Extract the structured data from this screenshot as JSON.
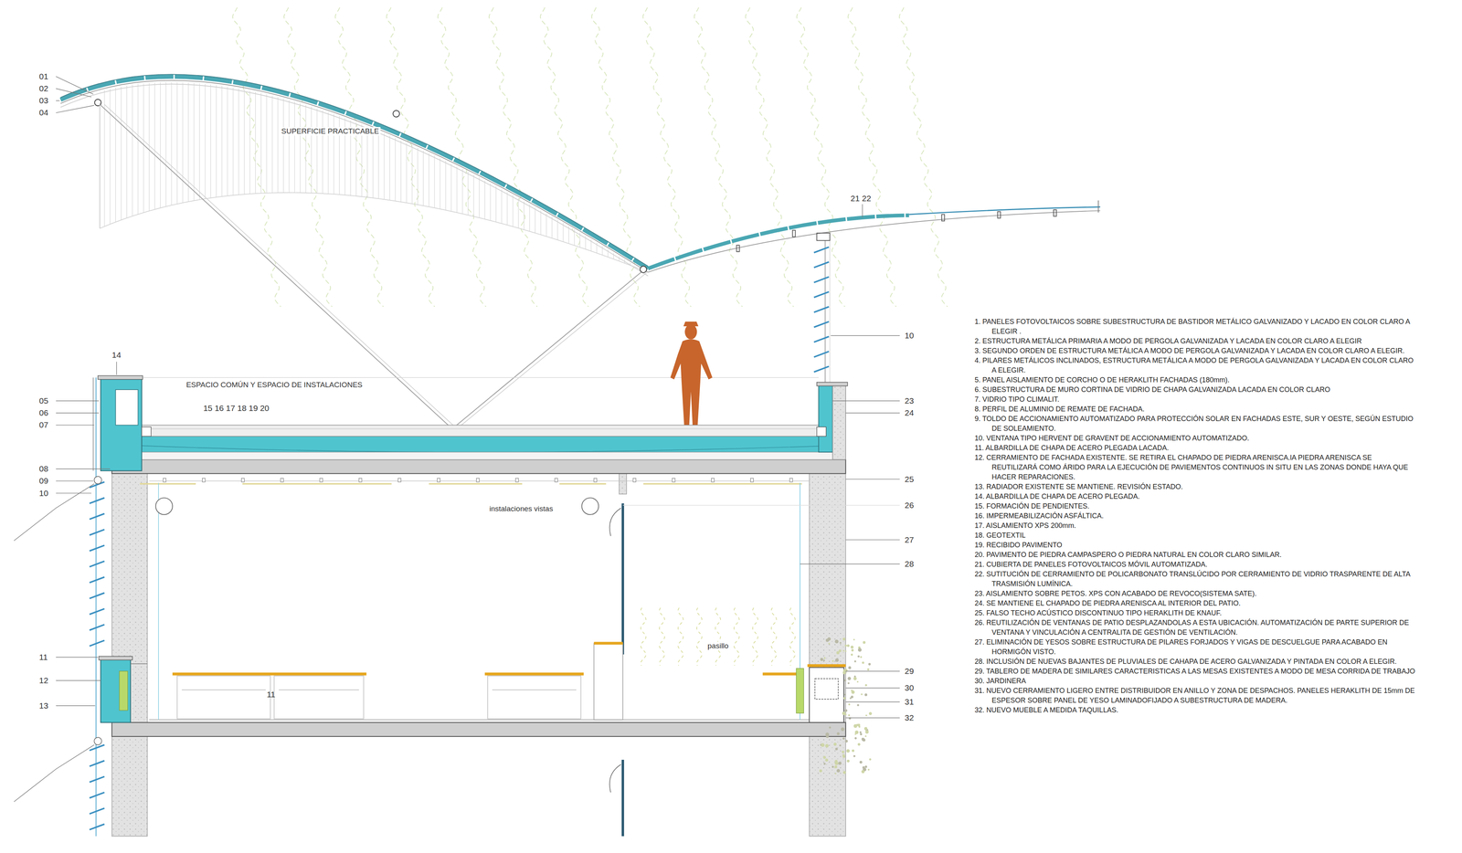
{
  "diagram": {
    "labels": [
      "01",
      "02",
      "03",
      "04",
      "SUPERFICIE PRACTICABLE",
      "21 22",
      "10",
      "14",
      "ESPACIO COMÚN Y ESPACIO DE INSTALACIONES",
      "05",
      "15 16 17 18 19 20",
      "23",
      "06",
      "24",
      "07",
      "08",
      "09",
      "25",
      "10",
      "instalaciones vistas",
      "26",
      "27",
      "28",
      "pasillo",
      "11",
      "29",
      "12",
      "30",
      "11",
      "31",
      "13",
      "32",
      "1. PANELES FOTOVOLTAICOS SOBRE SUBESTRUCTURA DE BASTIDOR METÁLICO GALVANIZADO Y LACADO EN COLOR CLARO A ELEGIR .",
      "2. ESTRUCTURA METÁLICA PRIMARIA A MODO DE PERGOLA GALVANIZADA Y LACADA EN COLOR CLARO A ELEGIR",
      "3. SEGUNDO ORDEN DE ESTRUCTURA METÁLICA A MODO DE PERGOLA GALVANIZADA Y LACADA EN COLOR CLARO A ELEGIR.",
      "4. PILARES METÁLICOS INCLINADOS, ESTRUCTURA METÁLICA A MODO DE PERGOLA GALVANIZADA Y LACADA EN COLOR CLARO A ELEGIR.",
      "5. PANEL AISLAMIENTO DE CORCHO O DE HERAKLITH FACHADAS (180mm).",
      "6. SUBESTRUCTURA DE MURO CORTINA DE VIDRIO DE CHAPA GALVANIZADA LACADA EN COLOR CLARO",
      "7. VIDRIO TIPO CLIMALIT.",
      "8. PERFIL DE ALUMINIO DE REMATE DE FACHADA.",
      "9. TOLDO DE ACCIONAMIENTO AUTOMATIZADO PARA PROTECCIÓN SOLAR EN FACHADAS ESTE, SUR Y OESTE, SEGÚN ESTUDIO DE SOLEAMIENTO.",
      "10. VENTANA TIPO HERVENT DE GRAVENT DE ACCIONAMIENTO AUTOMATIZADO.",
      "11. ALBARDILLA DE CHAPA DE ACERO PLEGADA LACADA.",
      "12. CERRAMIENTO DE FACHADA EXISTENTE. SE RETIRA EL CHAPADO DE PIEDRA ARENISCA.lA PIEDRA ARENISCA SE REUTILIZARÁ COMO ÁRIDO PARA LA EJECUCIÓN DE PAVIEMENTOS CONTINUOS IN SITU EN LAS ZONAS DONDE HAYA QUE HACER REPARACIONES.",
      "13. RADIADOR EXISTENTE SE MANTIENE. REVISIÓN ESTADO.",
      "14. ALBARDILLA DE CHAPA DE ACERO PLEGADA.",
      "15. FORMACIÓN DE PENDIENTES.",
      "16. IMPERMEABILIZACIÓN ASFÁLTICA.",
      "17. AISLAMIENTO XPS 200mm.",
      "18. GEOTEXTIL",
      "19. RECIBIDO PAVIMENTO",
      "20. PAVIMENTO DE PIEDRA CAMPASPERO O PIEDRA NATURAL EN COLOR CLARO SIMILAR.",
      "21. CUBIERTA DE PANELES FOTOVOLTAICOS MÓVIL AUTOMATIZADA.",
      "22. SUTITUCIÓN DE CERRAMIENTO DE POLICARBONATO TRANSLÚCIDO POR CERRAMIENTO DE VIDRIO TRASPARENTE DE ALTA TRASMISIÓN LUMÍNICA.",
      "23. AISLAMIENTO SOBRE PETOS. XPS CON ACABADO DE REVOCO(SISTEMA SATE).",
      "24. SE MANTIENE EL CHAPADO DE PIEDRA ARENISCA AL INTERIOR DEL PATIO.",
      "25. FALSO TECHO ACÚSTICO DISCONTINUO TIPO HERAKLITH DE KNAUF.",
      "26. REUTILIZACIÓN DE VENTANAS DE PATIO DESPLAZANDOLAS A ESTA UBICACIÓN. AUTOMATIZACIÓN DE PARTE SUPERIOR DE VENTANA Y VINCULACIÓN A CENTRALITA DE GESTIÓN DE VENTILACIÓN.",
      "27. ELIMINACIÓN DE YESOS SOBRE ESTRUCTURA DE PILARES FORJADOS Y VIGAS DE DESCUELGUE PARA ACABADO EN HORMIGÓN VISTO.",
      "28. INCLUSIÓN DE NUEVAS BAJANTES DE PLUVIALES DE CAHAPA DE ACERO GALVANIZADA Y PINTADA EN COLOR A ELEGIR.",
      "29. TABLERO DE MADERA DE SIMILARES CARACTERISTICAS A LAS MESAS EXISTENTES A MODO DE MESA CORRIDA DE TRABAJO",
      "30. JARDINERA",
      "31. NUEVO CERRAMIENTO LIGERO ENTRE DISTRIBUIDOR EN ANILLO Y ZONA DE DESPACHOS. PANELES HERAKLITH DE 15mm DE ESPESOR SOBRE PANEL DE YESO LAMINADOFIJADO A SUBESTRUCTURA DE MADERA.",
      "32. NUEVO MUEBLE A MEDIDA TAQUILLAS."
    ]
  }
}
